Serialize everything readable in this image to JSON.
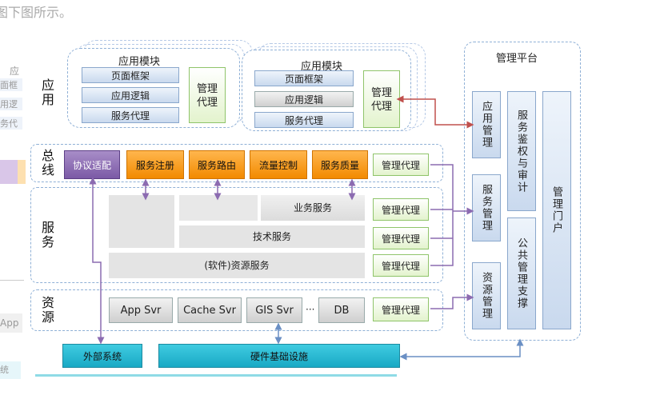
{
  "caption": "图下图所示。",
  "layers": {
    "app": "应用",
    "bus": "总线",
    "service": "服务",
    "resource": "资源"
  },
  "app_modules": [
    {
      "title": "应用模块",
      "items": [
        "页面框架",
        "应用逻辑",
        "服务代理"
      ],
      "agent": "管理代理"
    },
    {
      "title": "应用模块",
      "items": [
        "页面框架",
        "应用逻辑",
        "服务代理"
      ],
      "agent": "管理代理"
    }
  ],
  "bus_items": [
    "协议适配",
    "服务注册",
    "服务路由",
    "流量控制",
    "服务质量"
  ],
  "bus_agent": "管理代理",
  "services": {
    "business": "业务服务",
    "tech": "技术服务",
    "resource": "(软件)资源服务",
    "agent": "管理代理"
  },
  "resources": [
    "App Svr",
    "Cache Svr",
    "GIS Svr",
    "···",
    "DB"
  ],
  "resource_agent": "管理代理",
  "external": "外部系统",
  "hardware": "硬件基础设施",
  "mgmt": {
    "title": "管理平台",
    "app_mgmt": "应用管理",
    "service_mgmt": "服务管理",
    "resource_mgmt": "资源管理",
    "auth_audit": "服务鉴权与审计",
    "common_support": "公共管理支撑",
    "portal": "管理门户"
  },
  "left_ghost": [
    "应",
    "面框",
    "用逻",
    "务代",
    "App",
    "统"
  ]
}
